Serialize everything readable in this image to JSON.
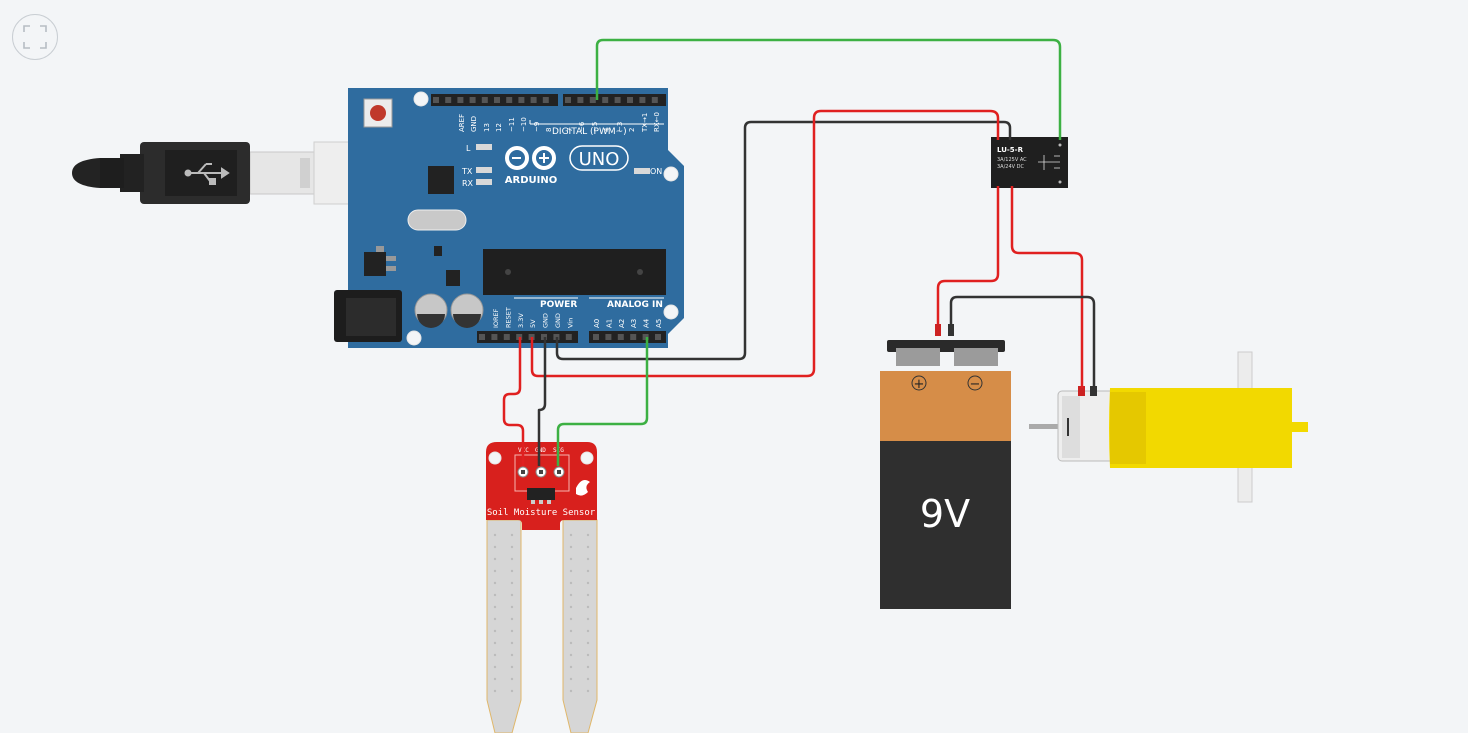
{
  "toolbar": {
    "fullscreen_icon": "fullscreen-icon"
  },
  "arduino": {
    "brand": "ARDUINO",
    "model": "UNO",
    "digital_header": "DIGITAL (PWM~)",
    "power_header": "POWER",
    "analog_header": "ANALOG IN",
    "led_l": "L",
    "led_tx": "TX",
    "led_rx": "RX",
    "led_on": "ON",
    "top_pins": [
      "AREF",
      "GND",
      "13",
      "12",
      "~11",
      "~10",
      "~9",
      "8",
      "7",
      "~6",
      "~5",
      "4",
      "~3",
      "2",
      "TX→1",
      "RX←0"
    ],
    "power_pins": [
      "IOREF",
      "RESET",
      "3.3V",
      "5V",
      "GND",
      "GND",
      "Vin"
    ],
    "analog_pins": [
      "A0",
      "A1",
      "A2",
      "A3",
      "A4",
      "A5"
    ]
  },
  "relay": {
    "name": "LU-5-R",
    "rating1": "3A/125V AC",
    "rating2": "3A/24V DC"
  },
  "battery": {
    "voltage": "9V",
    "plus": "+",
    "minus": "−"
  },
  "sensor": {
    "title": "Soil Moisture Sensor",
    "pin_vcc": "VCC",
    "pin_gnd": "GND",
    "pin_sig": "SIG"
  },
  "colors": {
    "background": "#f3f5f7",
    "board": "#2f6c9f",
    "wire_red": "#e02020",
    "wire_black": "#333333",
    "wire_green": "#3cb043",
    "sensor_red": "#d8201d",
    "battery_orange": "#d68d48",
    "motor_yellow": "#f2d900"
  }
}
